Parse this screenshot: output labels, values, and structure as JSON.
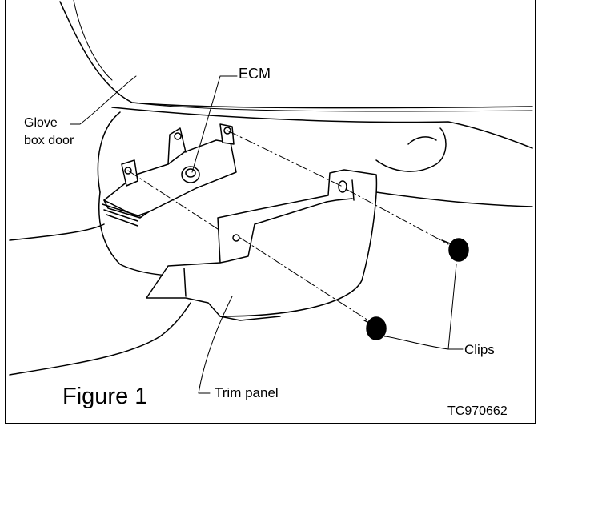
{
  "labels": {
    "ecm": "ECM",
    "glove_box_door_line1": "Glove",
    "glove_box_door_line2": "box door",
    "clips": "Clips",
    "trim_panel": "Trim panel",
    "figure_title": "Figure 1",
    "figure_code": "TC970662"
  }
}
